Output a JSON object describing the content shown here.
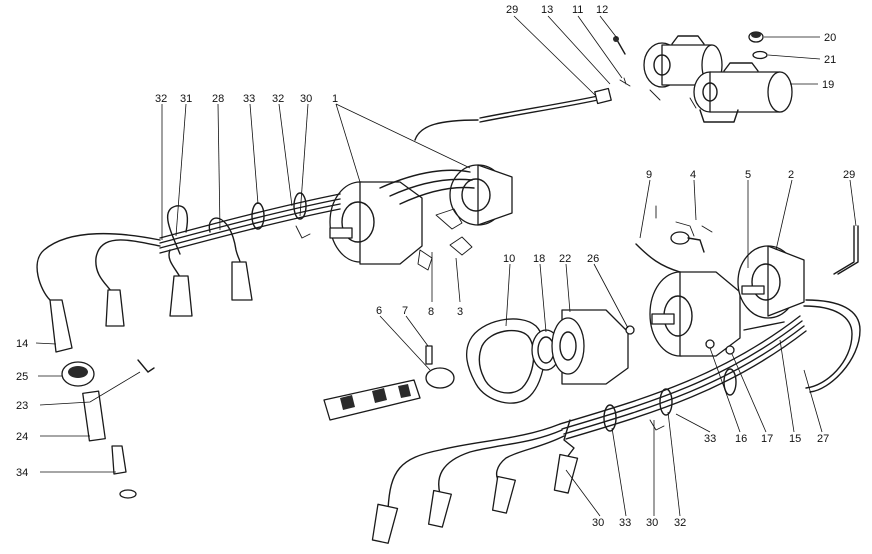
{
  "diagram": {
    "callouts": [
      {
        "id": "c29a",
        "text": "29"
      },
      {
        "id": "c13",
        "text": "13"
      },
      {
        "id": "c11",
        "text": "11"
      },
      {
        "id": "c12",
        "text": "12"
      },
      {
        "id": "c20",
        "text": "20"
      },
      {
        "id": "c21",
        "text": "21"
      },
      {
        "id": "c19",
        "text": "19"
      },
      {
        "id": "c32a",
        "text": "32"
      },
      {
        "id": "c31",
        "text": "31"
      },
      {
        "id": "c28",
        "text": "28"
      },
      {
        "id": "c33a",
        "text": "33"
      },
      {
        "id": "c32b",
        "text": "32"
      },
      {
        "id": "c30a",
        "text": "30"
      },
      {
        "id": "c1",
        "text": "1"
      },
      {
        "id": "c9",
        "text": "9"
      },
      {
        "id": "c4",
        "text": "4"
      },
      {
        "id": "c5",
        "text": "5"
      },
      {
        "id": "c2",
        "text": "2"
      },
      {
        "id": "c29b",
        "text": "29"
      },
      {
        "id": "c8",
        "text": "8"
      },
      {
        "id": "c3",
        "text": "3"
      },
      {
        "id": "c10",
        "text": "10"
      },
      {
        "id": "c18",
        "text": "18"
      },
      {
        "id": "c22",
        "text": "22"
      },
      {
        "id": "c26",
        "text": "26"
      },
      {
        "id": "c6",
        "text": "6"
      },
      {
        "id": "c7",
        "text": "7"
      },
      {
        "id": "c14",
        "text": "14"
      },
      {
        "id": "c25",
        "text": "25"
      },
      {
        "id": "c23",
        "text": "23"
      },
      {
        "id": "c24",
        "text": "24"
      },
      {
        "id": "c34",
        "text": "34"
      },
      {
        "id": "c33b",
        "text": "33"
      },
      {
        "id": "c16",
        "text": "16"
      },
      {
        "id": "c17",
        "text": "17"
      },
      {
        "id": "c15",
        "text": "15"
      },
      {
        "id": "c27",
        "text": "27"
      },
      {
        "id": "c30b",
        "text": "30"
      },
      {
        "id": "c33c",
        "text": "33"
      },
      {
        "id": "c30c",
        "text": "30"
      },
      {
        "id": "c32c",
        "text": "32"
      }
    ]
  }
}
